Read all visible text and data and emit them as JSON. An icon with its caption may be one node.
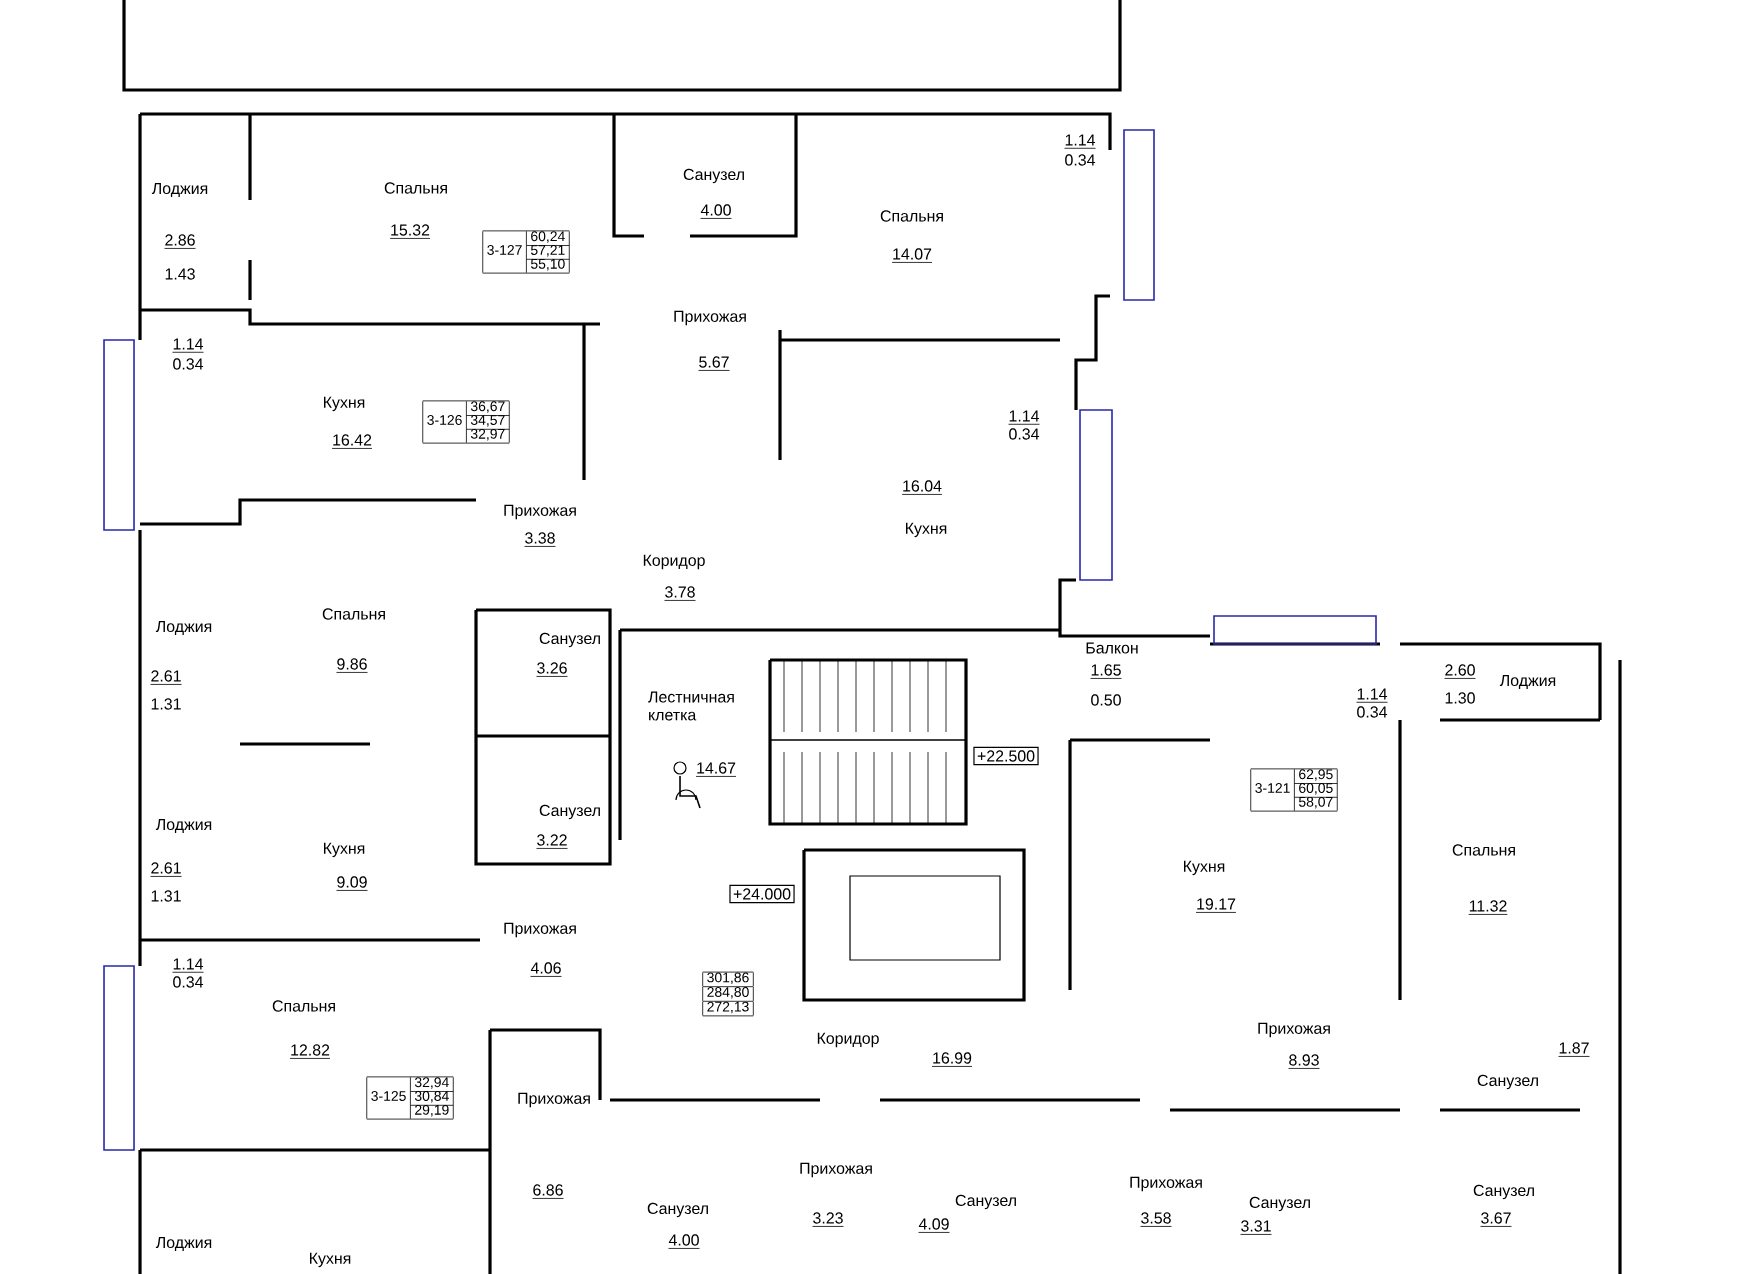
{
  "diagram": {
    "nodes": [
      {
        "text": [
          "3-127",
          "60,24",
          "57,21",
          "55,10"
        ]
      },
      {
        "text": [
          "3-126",
          "36,67",
          "34,57",
          "32,97"
        ]
      },
      {
        "text": [
          "+22.500"
        ]
      },
      {
        "text": [
          "3-121",
          "62,95",
          "60,05",
          "58,07"
        ]
      },
      {
        "text": [
          "+24.000"
        ]
      },
      {
        "text": [
          "301,86",
          "284,80",
          "272,13"
        ]
      },
      {
        "text": [
          "3-125",
          "32,94",
          "30,84",
          "29,19"
        ]
      }
    ],
    "labels": [
      "Лоджия",
      "2.86",
      "1.43",
      "Спальня",
      "15.32",
      "Санузел",
      "4.00",
      "Спальня",
      "14.07",
      "1.14",
      "0.34",
      "Прихожая",
      "5.67",
      "1.14",
      "0.34",
      "Кухня",
      "16.42",
      "1.14",
      "0.34",
      "16.04",
      "Кухня",
      "Прихожая",
      "3.38",
      "Коридор",
      "3.78",
      "Спальня",
      "9.86",
      "Лоджия",
      "2.61",
      "1.31",
      "Санузел",
      "3.26",
      "Балкон",
      "1.65",
      "0.50",
      "1.14",
      "0.34",
      "2.60",
      "1.30",
      "Лоджия",
      "Лестничная клетка",
      "14.67",
      "Санузел",
      "3.22",
      "Лоджия",
      "2.61",
      "1.31",
      "Кухня",
      "9.09",
      "Кухня",
      "19.17",
      "Спальня",
      "11.32",
      "Прихожая",
      "4.06",
      "1.14",
      "0.34",
      "Спальня",
      "12.82",
      "Коридор",
      "16.99",
      "Прихожая",
      "8.93",
      "1.87",
      "Санузел",
      "Прихожая",
      "6.86",
      "Прихожая",
      "3.23",
      "Санузел",
      "4.00",
      "Санузел",
      "4.09",
      "Прихожая",
      "3.58",
      "Санузел",
      "3.31",
      "Санузел",
      "3.67",
      "Лоджия",
      "Кухня"
    ]
  }
}
